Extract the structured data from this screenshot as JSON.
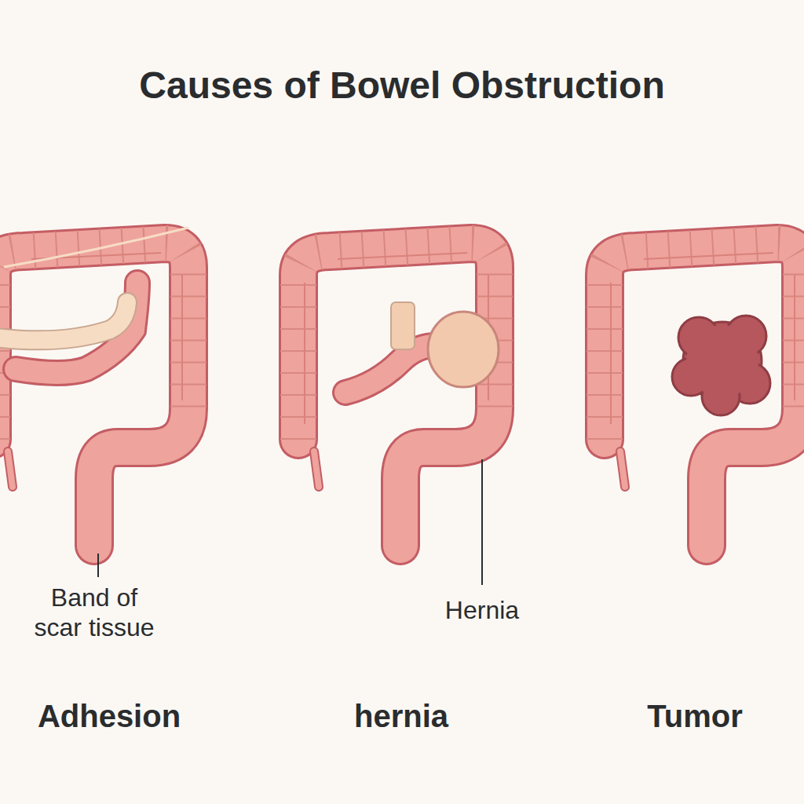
{
  "diagram": {
    "title": "Causes of Bowel Obstruction",
    "labels": [
      "Band of scar tissue",
      "Hernia",
      "Adhesion",
      "hernia",
      "Tumor"
    ]
  }
}
